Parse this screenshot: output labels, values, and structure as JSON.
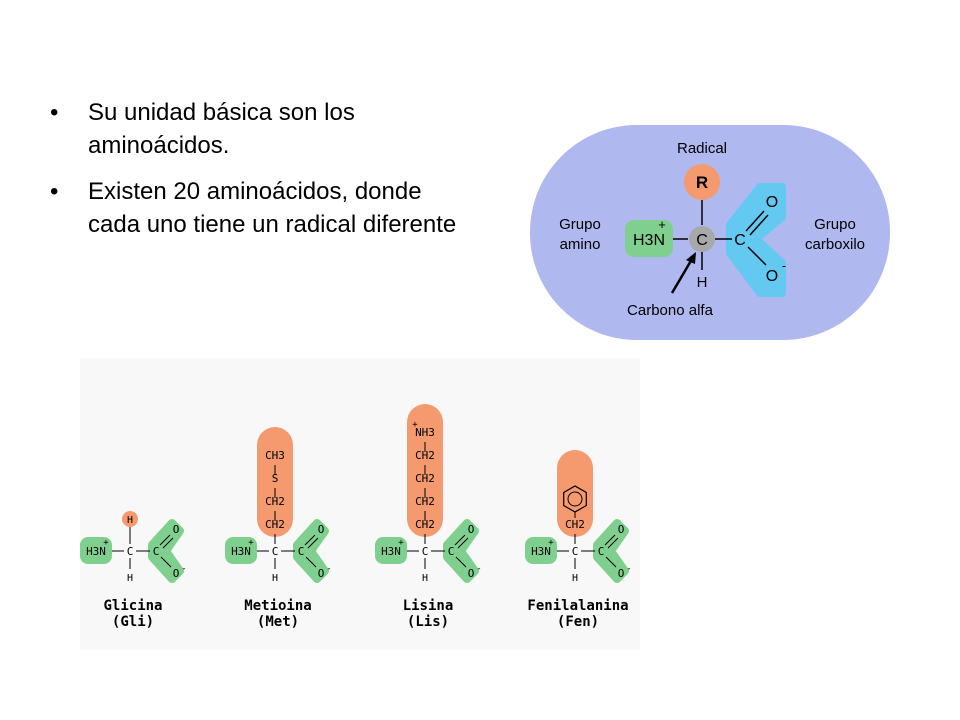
{
  "bullets": [
    "Su unidad básica son los aminoácidos.",
    "Existen 20 aminoácidos, donde cada uno tiene un radical diferente"
  ],
  "general_structure": {
    "radical_title": "Radical",
    "r": "R",
    "amino_label_1": "Grupo",
    "amino_label_2": "amino",
    "carboxyl_label_1": "Grupo",
    "carboxyl_label_2": "carboxilo",
    "alpha_label": "Carbono alfa",
    "h3n": "H3N",
    "c": "C",
    "o": "O",
    "h": "H",
    "plus": "+",
    "minus": "-"
  },
  "amino_acids": [
    {
      "name": "Glicina",
      "abbr": "(Gli)",
      "side_chain": [
        "H"
      ]
    },
    {
      "name": "Metioina",
      "abbr": "(Met)",
      "side_chain": [
        "CH3",
        "S",
        "CH2",
        "CH2"
      ]
    },
    {
      "name": "Lisina",
      "abbr": "(Lis)",
      "side_chain": [
        "NH3",
        "CH2",
        "CH2",
        "CH2",
        "CH2"
      ]
    },
    {
      "name": "Fenilalanina",
      "abbr": "(Fen)",
      "side_chain": [
        "CH2"
      ]
    }
  ],
  "colors": {
    "oval": "#b0b8f0",
    "radical": "#f59a6e",
    "amino": "#7fd08e",
    "carboxyl": "#63c9f0",
    "alpha_c": "#a8a8a8",
    "bottom_panel": "#f8f8f8"
  }
}
